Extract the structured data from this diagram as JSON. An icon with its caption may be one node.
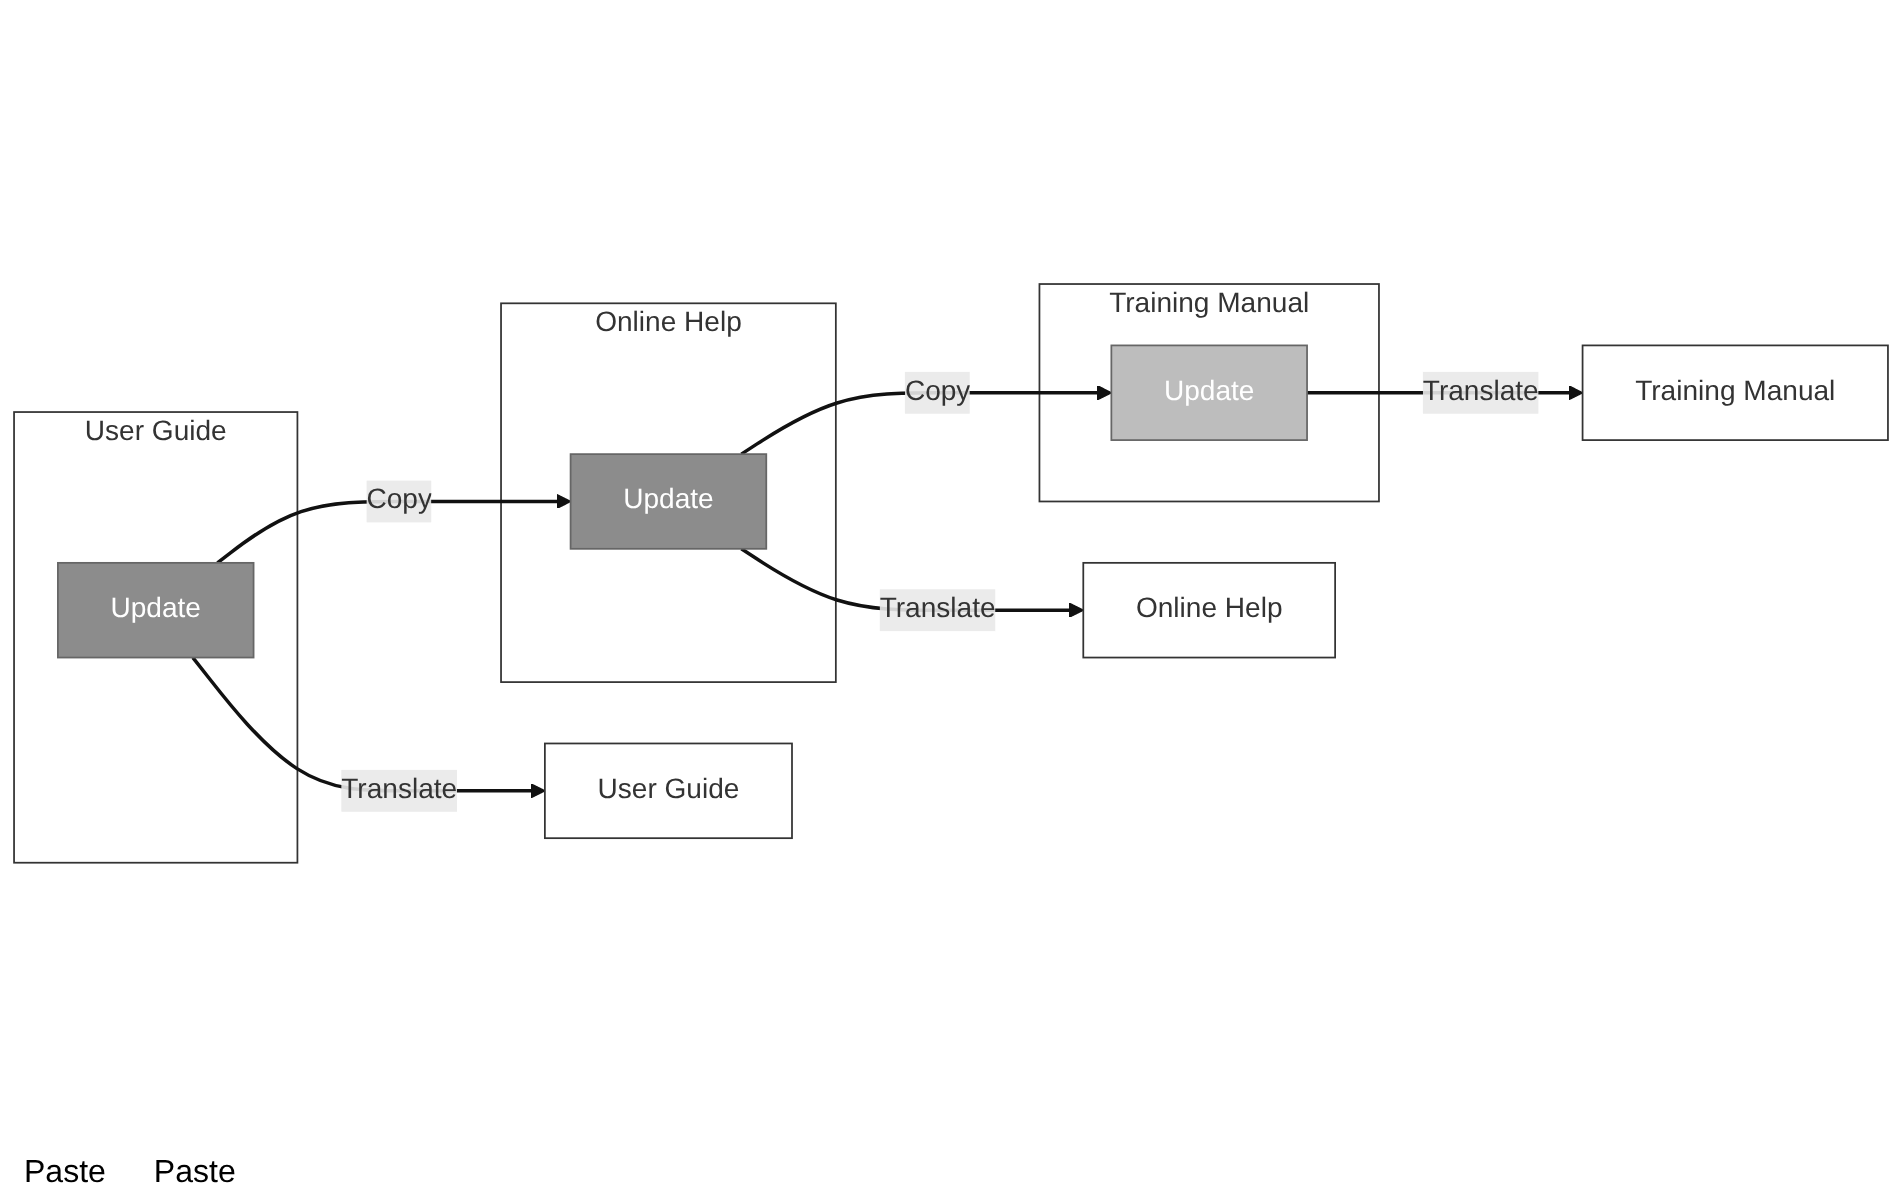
{
  "diagram": {
    "nodes": [
      {
        "text": [
          "User Guide"
        ]
      },
      {
        "text": [
          "Update"
        ],
        "in": 0
      },
      {
        "text": [
          "User Guide"
        ]
      },
      {
        "text": [
          "Online Help"
        ]
      },
      {
        "text": [
          "Update"
        ],
        "in": 3
      },
      {
        "text": [
          "Online Help"
        ]
      },
      {
        "text": [
          "Training Manual"
        ]
      },
      {
        "text": [
          "Update"
        ],
        "in": 6
      },
      {
        "text": [
          "Training Manual"
        ]
      }
    ],
    "edges": [
      {
        "from": 1,
        "to": 2,
        "arrow": "to",
        "label": "Translate"
      },
      {
        "from": 1,
        "to": 4,
        "arrow": "to",
        "label": "Copy"
      },
      {
        "from": 4,
        "to": 5,
        "arrow": "to",
        "label": "Translate"
      },
      {
        "from": 4,
        "to": 7,
        "arrow": "to",
        "label": "Copy"
      },
      {
        "from": 7,
        "to": 8,
        "arrow": "to",
        "label": "Translate"
      }
    ],
    "labels": [
      "Paste",
      "Paste"
    ]
  }
}
